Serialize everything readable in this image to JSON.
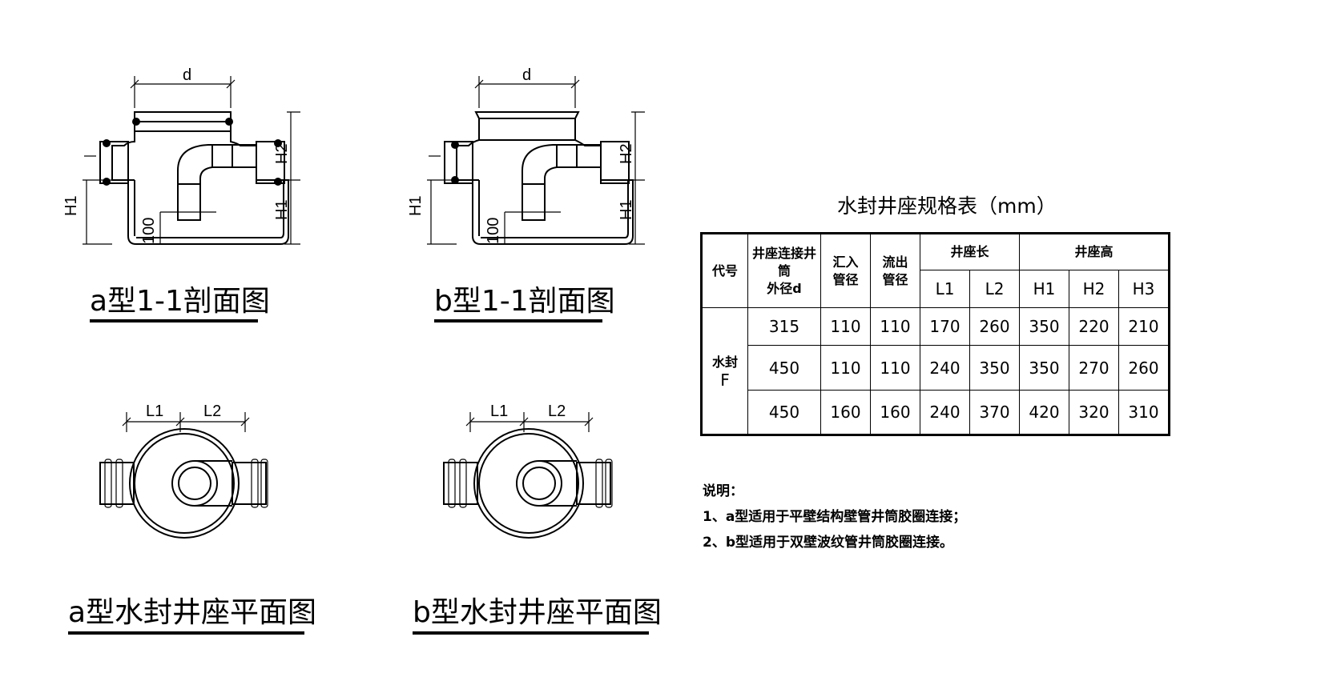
{
  "drawings": {
    "a_section": {
      "title": "a型1-1剖面图",
      "dim_top": "d",
      "dim_right_upper": "H2",
      "dim_right_lower": "H1",
      "dim_left": "H1",
      "dim_bottom": "100"
    },
    "b_section": {
      "title": "b型1-1剖面图",
      "dim_top": "d",
      "dim_right_upper": "H2",
      "dim_right_lower": "H1",
      "dim_left": "H1",
      "dim_bottom": "100"
    },
    "a_plan": {
      "title": "a型水封井座平面图",
      "dim_l1": "L1",
      "dim_l2": "L2"
    },
    "b_plan": {
      "title": "b型水封井座平面图",
      "dim_l1": "L1",
      "dim_l2": "L2"
    }
  },
  "table": {
    "title": "水封井座规格表（mm）",
    "headers": {
      "code": "代号",
      "diameter_line1": "井座连接井",
      "diameter_line2": "筒",
      "diameter_line3": "外径d",
      "inlet_line1": "汇入",
      "inlet_line2": "管径",
      "outlet_line1": "流出",
      "outlet_line2": "管径",
      "length": "井座长",
      "height": "井座高",
      "l1": "L1",
      "l2": "L2",
      "h1": "H1",
      "h2": "H2",
      "h3": "H3"
    },
    "group_label_line1": "水封",
    "group_label_line2": "F",
    "rows": [
      [
        "315",
        "110",
        "110",
        "170",
        "260",
        "350",
        "220",
        "210"
      ],
      [
        "450",
        "110",
        "110",
        "240",
        "350",
        "350",
        "270",
        "260"
      ],
      [
        "450",
        "160",
        "160",
        "240",
        "370",
        "420",
        "320",
        "310"
      ]
    ]
  },
  "notes": {
    "heading": "说明：",
    "items": [
      "1、a型适用于平壁结构壁管井筒胶圈连接；",
      "2、b型适用于双壁波纹管井筒胶圈连接。"
    ]
  }
}
